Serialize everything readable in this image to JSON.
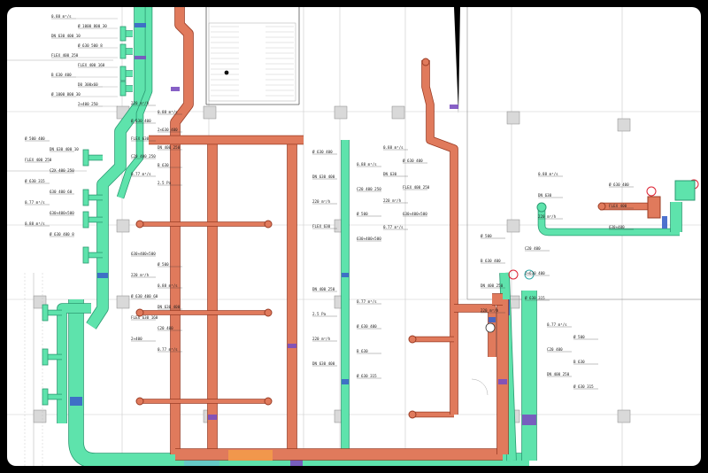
{
  "colors": {
    "supply": "#5ee3ac",
    "supply_edge": "#2b9a72",
    "exhaust": "#e07a5c",
    "exhaust_edge": "#9a3c25",
    "high_velocity": "#3b63c9",
    "mid_velocity": "#7a4fc0",
    "hot_spot": "#f39a4a",
    "grid": "#c9c9c9",
    "column_fill": "#d9d9d9"
  },
  "icons": [
    "fan-coil-symbol",
    "damper-symbol",
    "diffuser-symbol"
  ],
  "labels": {
    "supply_left": [
      "0.88 m³/s",
      "Ø 1000 800 30",
      "DN 630 400 10",
      "Ø 630 500 8",
      "FLEX 400 250",
      "FLEX 400 160",
      "B 630 400",
      "D0 300x60",
      "Ø 1000 800 30",
      "2×400 250",
      "Ø 500 400",
      "DN 630 400 10",
      "FLEX 400 250",
      "C2X 400 250",
      "Ø 630 315",
      "630 400 60",
      "0.77 m³/s",
      "630×400×500",
      "0.88 m³/s",
      "Ø 630 400 8"
    ],
    "exhaust_mid": [
      "220 m³/h",
      "0.88 m³/s",
      "Ø 630 400",
      "2×630 400",
      "FLEX 630",
      "DN 400 250",
      "C20 400 250",
      "B 630",
      "0.77 m³/s",
      "2.5 Pa",
      "630×400×500",
      "Ø 500",
      "220 m³/h",
      "0.88 m³/s",
      "Ø 630 400 60",
      "DN 630 400",
      "FLEX 630 160",
      "C20 400",
      "2×400",
      "0.77 m³/s"
    ],
    "center_column": [
      "Ø 630 400",
      "0.88 m³/s",
      "DN 630 400",
      "C20 400 250",
      "220 m³/h",
      "Ø 500",
      "FLEX 630",
      "630×400×500",
      "DN 400 250",
      "0.77 m³/s",
      "2.5 Pa",
      "Ø 630 400",
      "220 m³/h",
      "B 630",
      "DN 630 400",
      "Ø 630 315"
    ],
    "right_area": [
      "0.88 m³/s",
      "Ø 630 400",
      "DN 630",
      "FLEX 400 250",
      "220 m³/h",
      "630×400×500",
      "0.77 m³/s",
      "Ø 500",
      "C20 400",
      "B 630 400",
      "2×630 400",
      "DN 400 250",
      "Ø 630 315",
      "220 m³/h"
    ],
    "far_right": [
      "0.88 m³/s",
      "Ø 630 400",
      "DN 630",
      "FLEX 400",
      "220 m³/h",
      "630×400",
      "0.77 m³/s",
      "Ø 500",
      "C20 400",
      "B 630",
      "DN 400 250",
      "Ø 630 315"
    ]
  }
}
